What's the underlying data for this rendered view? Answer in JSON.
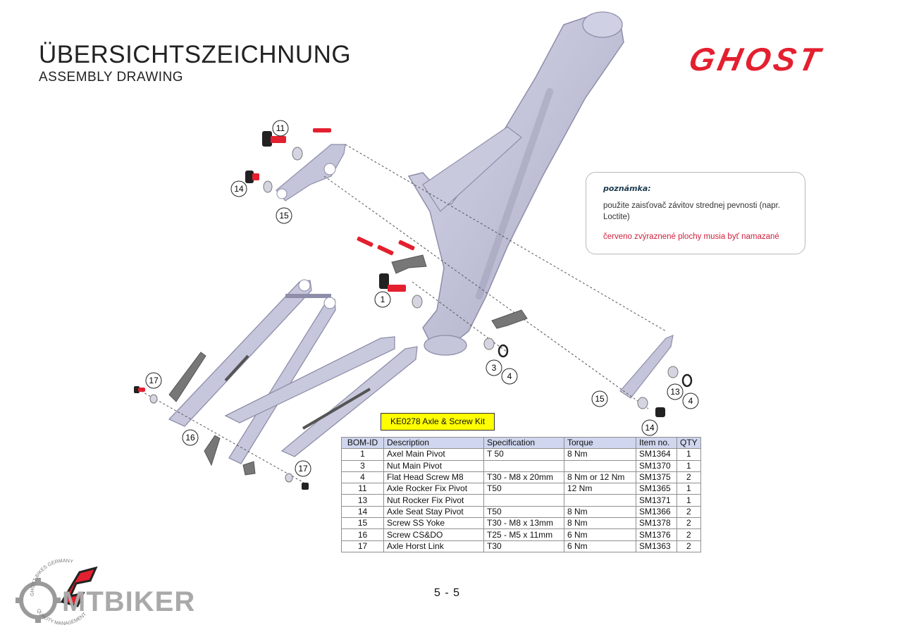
{
  "header": {
    "title": "ÜBERSICHTSZEICHNUNG",
    "subtitle": "ASSEMBLY DRAWING",
    "brand": "GHOST"
  },
  "note": {
    "title": "poznámka:",
    "text": "použite zaisťovač závitov strednej pevnosti (napr. Loctite)",
    "warning": "červeno zvýraznené plochy musia byť namazané"
  },
  "kit_label": "KE0278 Axle & Screw Kit",
  "bom": {
    "columns": [
      "BOM-ID",
      "Description",
      "Specification",
      "Torque",
      "Item no.",
      "QTY"
    ],
    "rows": [
      [
        "1",
        "Axel Main Pivot",
        "T 50",
        "8 Nm",
        "SM1364",
        "1"
      ],
      [
        "3",
        "Nut Main Pivot",
        "",
        "",
        "SM1370",
        "1"
      ],
      [
        "4",
        "Flat Head Screw M8",
        "T30 - M8 x 20mm",
        "8 Nm or 12 Nm",
        "SM1375",
        "2"
      ],
      [
        "11",
        "Axle Rocker Fix Pivot",
        "T50",
        "12 Nm",
        "SM1365",
        "1"
      ],
      [
        "13",
        "Nut Rocker Fix Pivot",
        "",
        "",
        "SM1371",
        "1"
      ],
      [
        "14",
        "Axle Seat Stay Pivot",
        "T50",
        "8 Nm",
        "SM1366",
        "2"
      ],
      [
        "15",
        "Screw SS Yoke",
        "T30 - M8 x 13mm",
        "8 Nm",
        "SM1378",
        "2"
      ],
      [
        "16",
        "Screw CS&DO",
        "T25 - M5 x 11mm",
        "6 Nm",
        "SM1376",
        "2"
      ],
      [
        "17",
        "Axle Horst Link",
        "T30",
        "6 Nm",
        "SM1363",
        "2"
      ]
    ]
  },
  "callouts": [
    "11",
    "14",
    "15",
    "1",
    "3",
    "4",
    "17",
    "16",
    "17",
    "15",
    "13",
    "4",
    "14"
  ],
  "page_number": "5 - 5",
  "watermark": {
    "text": "MTBIKER",
    "seal_top": "GHOST BIKES GERMANY",
    "seal_bottom": "QUALITY MANAGEMENT"
  },
  "colors": {
    "brand_red": "#e3202f",
    "frame": "#c6c6dc",
    "table_header": "#cfd6ee",
    "kit_highlight": "#ffff00",
    "warning_red": "#d0213d"
  }
}
